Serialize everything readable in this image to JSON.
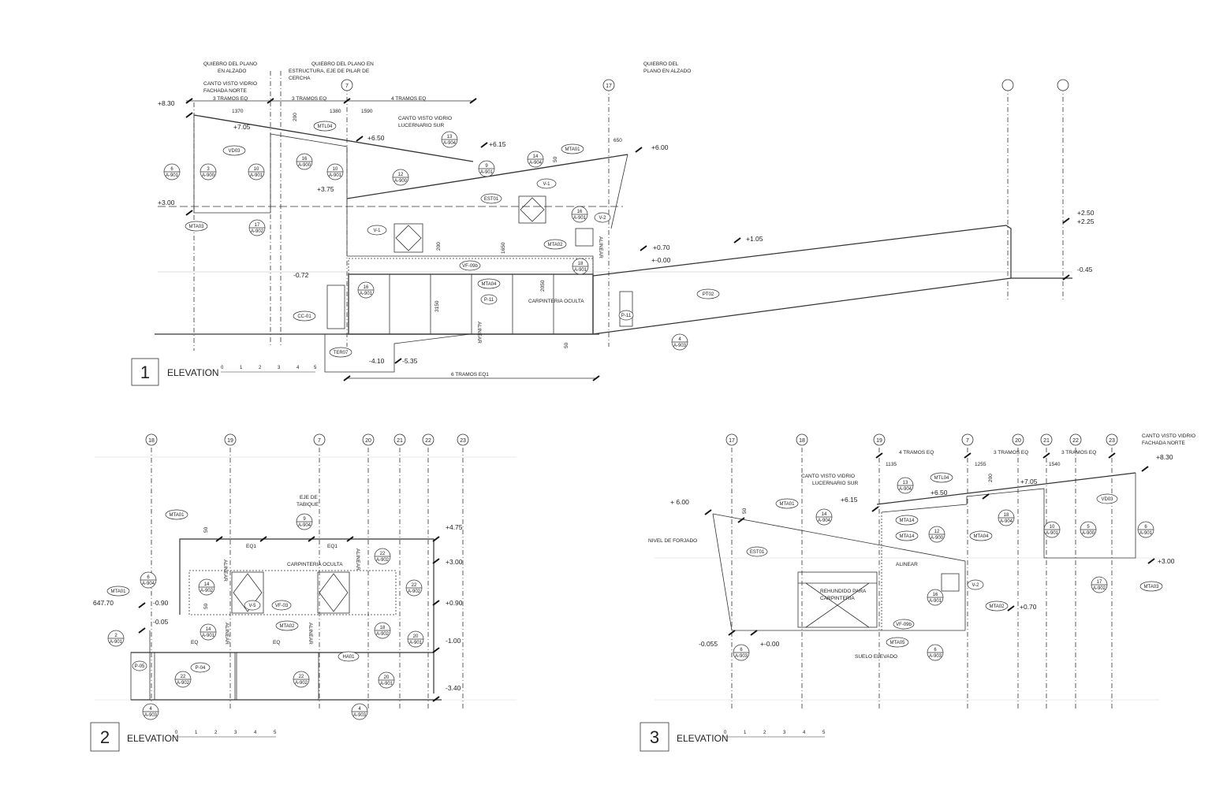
{
  "views": [
    {
      "number": "1",
      "title": "ELEVATION",
      "notes": [
        "QUIEBRO DEL PLANO",
        "EN ALZADO",
        "QUIEBRO DEL PLANO EN",
        "ESTRUCTURA, EJE DE PILAR DE",
        "CERCHA",
        "QUIEBRO DEL",
        "PLANO EN ALZADO",
        "CANTO VISTO VIDRIO",
        "FACHADA NORTE",
        "CANTO VISTO VIDRIO",
        "LUCERNARIO SUR",
        "CARPINTERIA OCULTA",
        "ALINEAR",
        "ALINEAR"
      ],
      "dimensions": [
        "3 TRAMOS EQ",
        "3 TRAMOS EQ",
        "4 TRAMOS EQ",
        "1370",
        "1380",
        "1590",
        "6 TRAMOS EQ1",
        "650",
        "50",
        "1650",
        "2050",
        "3150",
        "200",
        "200",
        "50"
      ],
      "levels": [
        "+8.30",
        "+7.05",
        "+6.50",
        "+6.15",
        "+6.00",
        "+3.75",
        "+3.00",
        "+2.50",
        "+2.25",
        "+1.05",
        "+0.70",
        "+-0.00",
        "-0.45",
        "-0.72",
        "-4.10",
        "-5.35"
      ],
      "grid_labels": [
        "7",
        "17",
        "",
        ""
      ],
      "tags": [
        "VD03",
        "MTL04",
        "MTA01",
        "MTA02",
        "MTA03",
        "MTA04",
        "EST01",
        "V-1",
        "V-1",
        "V-2",
        "P-11",
        "P-11",
        "VF-09b",
        "CC-01",
        "TER07",
        "PT02"
      ],
      "refs": [
        {
          "n": "6",
          "s": "A-901"
        },
        {
          "n": "3",
          "s": "A-900"
        },
        {
          "n": "10",
          "s": "A-901"
        },
        {
          "n": "17",
          "s": "A-902"
        },
        {
          "n": "16",
          "s": "A-900"
        },
        {
          "n": "10",
          "s": "A-901"
        },
        {
          "n": "12",
          "s": "A-900"
        },
        {
          "n": "13",
          "s": "A-904"
        },
        {
          "n": "14",
          "s": "A-904"
        },
        {
          "n": "9",
          "s": "A-901"
        },
        {
          "n": "16",
          "s": "A-901"
        },
        {
          "n": "16",
          "s": "A-901"
        },
        {
          "n": "18",
          "s": "A-901"
        },
        {
          "n": "4",
          "s": "A-903"
        }
      ]
    },
    {
      "number": "2",
      "title": "ELEVATION",
      "notes": [
        "EJE DE",
        "TABIQUE",
        "CARPINTERIA OCULTA",
        "ALINEAR",
        "ALINEAR",
        "ALINEAR",
        "ALINEAR"
      ],
      "dimensions": [
        "EQ1",
        "EQ1",
        "EQ",
        "EQ",
        "50",
        "50"
      ],
      "levels": [
        "+4.75",
        "+3.00",
        "+0.90",
        "-0.90",
        "-1.00",
        "-3.40",
        "647.70",
        "-0.05"
      ],
      "grid_labels": [
        "18",
        "19",
        "7",
        "20",
        "21",
        "22",
        "23"
      ],
      "tags": [
        "MTA01",
        "MTA01",
        "MTA02",
        "V-5",
        "VF-03",
        "P-04",
        "HA01",
        "P-05"
      ],
      "refs": [
        {
          "n": "9",
          "s": "A-904"
        },
        {
          "n": "14",
          "s": "A-902"
        },
        {
          "n": "22",
          "s": "A-902"
        },
        {
          "n": "22",
          "s": "A-902"
        },
        {
          "n": "14",
          "s": "A-901"
        },
        {
          "n": "18",
          "s": "A-902"
        },
        {
          "n": "22",
          "s": "A-902"
        },
        {
          "n": "22",
          "s": "A-902"
        },
        {
          "n": "6",
          "s": "A-904"
        },
        {
          "n": "2",
          "s": "A-901"
        },
        {
          "n": "20",
          "s": "A-901"
        },
        {
          "n": "20",
          "s": "A-901"
        },
        {
          "n": "4",
          "s": "A-903"
        },
        {
          "n": "4",
          "s": "A-903"
        }
      ]
    },
    {
      "number": "3",
      "title": "ELEVATION",
      "notes": [
        "CANTO VISTO VIDRIO",
        "FACHADA NORTE",
        "CANTO VISTO VIDRIO",
        "LUCERNARIO SUR",
        "NIVEL DE FORJADO",
        "ALINEAR",
        "REHUNDIDO PARA",
        "CARPINTERIA",
        "SUELO ELEVADO"
      ],
      "dimensions": [
        "4 TRAMOS EQ",
        "3 TRAMOS EQ",
        "3 TRAMOS EQ",
        "1135",
        "1255",
        "1540",
        "50",
        "200"
      ],
      "levels": [
        "+8.30",
        "+7.05",
        "+6.50",
        "+6.15",
        "+ 6.00",
        "+3.00",
        "+0.70",
        "+-0.00",
        "-0.055"
      ],
      "grid_labels": [
        "17",
        "18",
        "19",
        "7",
        "20",
        "21",
        "22",
        "23"
      ],
      "tags": [
        "MTA01",
        "MTL04",
        "MTA14",
        "MTA14",
        "MTA04",
        "EST01",
        "V-2",
        "MTA02",
        "VF-09b",
        "MTA05",
        "VD03",
        "MTA03"
      ],
      "refs": [
        {
          "n": "13",
          "s": "A-904"
        },
        {
          "n": "14",
          "s": "A-904"
        },
        {
          "n": "12",
          "s": "A-900"
        },
        {
          "n": "18",
          "s": "A-904"
        },
        {
          "n": "10",
          "s": "A-901"
        },
        {
          "n": "5",
          "s": "A-900"
        },
        {
          "n": "6",
          "s": "A-901"
        },
        {
          "n": "17",
          "s": "A-902"
        },
        {
          "n": "16",
          "s": "A-901"
        },
        {
          "n": "6",
          "s": "A-903"
        },
        {
          "n": "6",
          "s": "A-903"
        }
      ]
    }
  ],
  "scale_bar": [
    "0",
    "1",
    "2",
    "3",
    "4",
    "5"
  ]
}
